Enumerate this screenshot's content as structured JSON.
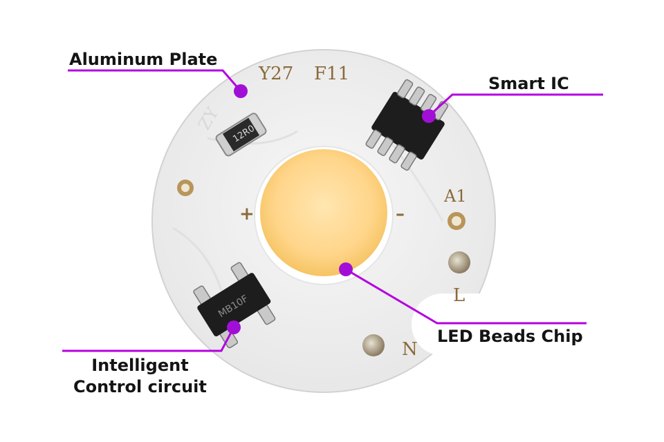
{
  "labels": {
    "aluminum_plate": "Aluminum Plate",
    "smart_ic": "Smart IC",
    "led_beads_chip": "LED Beads Chip",
    "control_line1": "Intelligent",
    "control_line2": "Control circuit"
  },
  "board_print": {
    "model": "Y27",
    "batch": "F11",
    "maker": "ZY",
    "resistor_code": "12R0",
    "bridge_code": "MB10F",
    "plus": "+",
    "minus": "–",
    "pad_a1": "A1",
    "pad_l": "L",
    "pad_n": "N"
  },
  "colors": {
    "leader_line": "#b400e0",
    "leader_dot": "#a10fd6",
    "board": "#f2f2f2",
    "led_center": "#ffe1a6",
    "led_edge": "#f8c96a",
    "pad": "#b8955a",
    "chip": "#1d1d1d",
    "print": "#8a6a3a"
  }
}
